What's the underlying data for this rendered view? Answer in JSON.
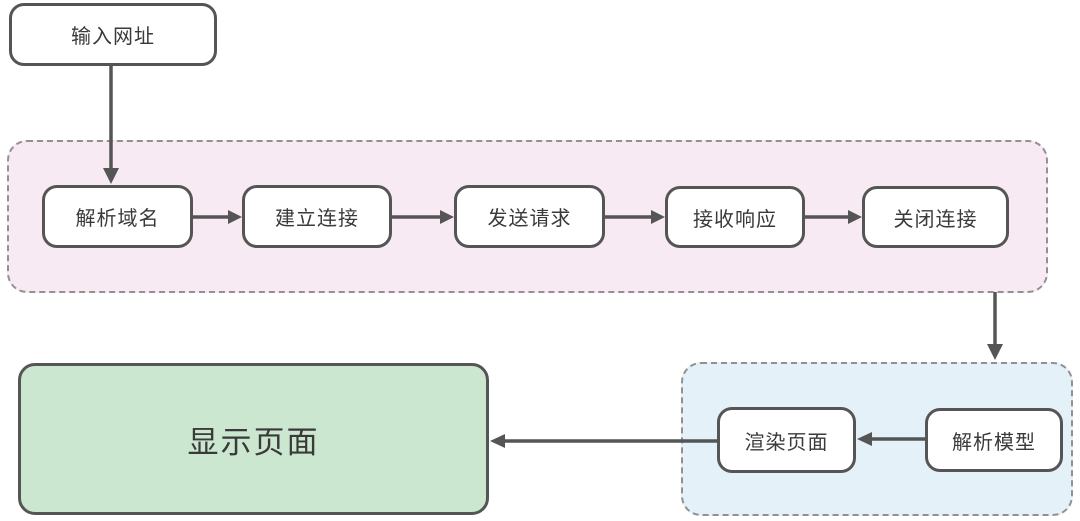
{
  "flowchart": {
    "start_node": {
      "label": "输入网址"
    },
    "network_stage": {
      "steps": [
        {
          "label": "解析域名"
        },
        {
          "label": "建立连接"
        },
        {
          "label": "发送请求"
        },
        {
          "label": "接收响应"
        },
        {
          "label": "关闭连接"
        }
      ]
    },
    "render_stage": {
      "render_node": {
        "label": "渲染页面"
      },
      "parse_node": {
        "label": "解析模型"
      }
    },
    "end_node": {
      "label": "显示页面"
    },
    "colors": {
      "network_stage_bg": "#f8eaf2",
      "render_stage_bg": "#e4f1f9",
      "end_node_bg": "#cbe7d0",
      "node_bg": "#ffffff",
      "node_border": "#555555",
      "container_border": "#919191",
      "arrow": "#555555",
      "text": "#3a3a3a"
    }
  }
}
